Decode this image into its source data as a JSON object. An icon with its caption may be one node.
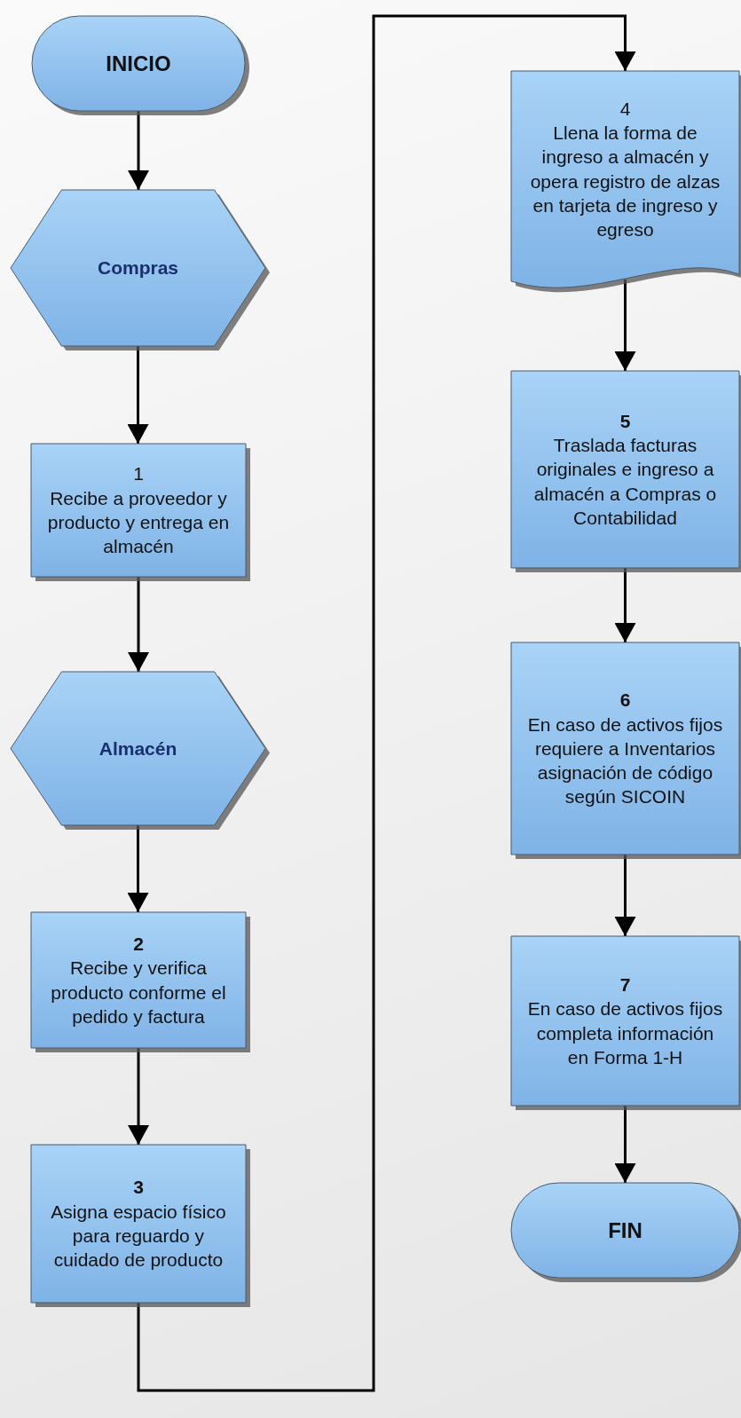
{
  "diagram": {
    "nodes": [
      {
        "text": [
          "INICIO"
        ]
      },
      {
        "text": [
          "Compras"
        ]
      },
      {
        "text": [
          "1",
          "Recibe a proveedor y producto y entrega en almacén"
        ]
      },
      {
        "text": [
          "Almacén"
        ]
      },
      {
        "text": [
          "2",
          "Recibe y verifica producto conforme el pedido y factura"
        ]
      },
      {
        "text": [
          "3",
          "Asigna espacio físico para reguardo y cuidado de producto"
        ]
      },
      {
        "text": [
          "4",
          "Llena la forma de ingreso a almacén y opera registro de alzas en tarjeta de ingreso y egreso"
        ]
      },
      {
        "text": [
          "5",
          "Traslada facturas originales e ingreso a almacén a Compras o Contabilidad"
        ]
      },
      {
        "text": [
          "6",
          "En caso de activos fijos requiere a Inventarios asignación de código según SICOIN"
        ]
      },
      {
        "text": [
          "7",
          "En caso de activos fijos completa información en Forma 1-H"
        ]
      },
      {
        "text": [
          "FIN"
        ]
      }
    ],
    "edges": [
      {
        "from": 0,
        "to": 1,
        "arrow": "to"
      },
      {
        "from": 1,
        "to": 2,
        "arrow": "to"
      },
      {
        "from": 2,
        "to": 3,
        "arrow": "to"
      },
      {
        "from": 3,
        "to": 4,
        "arrow": "to"
      },
      {
        "from": 4,
        "to": 5,
        "arrow": "to"
      },
      {
        "from": 5,
        "to": 6,
        "arrow": "to"
      },
      {
        "from": 6,
        "to": 7,
        "arrow": "to"
      },
      {
        "from": 7,
        "to": 8,
        "arrow": "to"
      },
      {
        "from": 8,
        "to": 9,
        "arrow": "to"
      },
      {
        "from": 9,
        "to": 10,
        "arrow": "to"
      }
    ]
  }
}
